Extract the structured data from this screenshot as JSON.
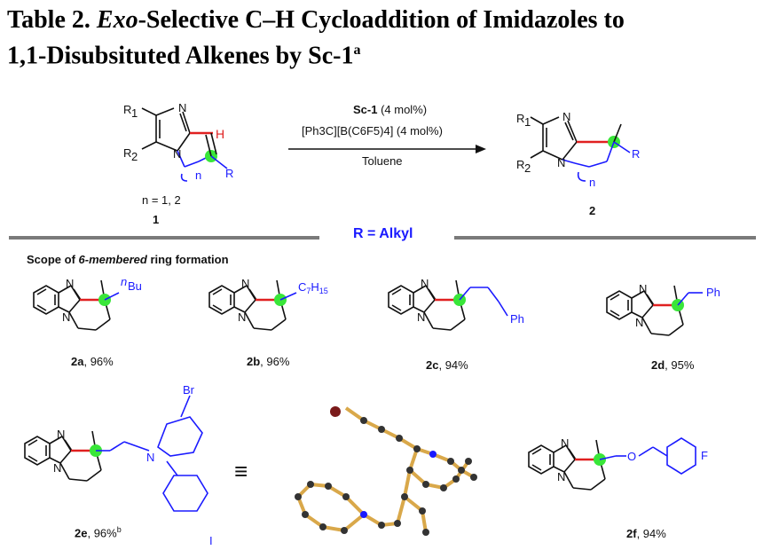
{
  "title": {
    "line1_prefix": "Table 2. ",
    "line1_italic": "Exo",
    "line1_rest": "-Selective C–H Cycloaddition of Imidazoles to",
    "line2": "1,1-Disubsituted Alkenes by Sc-1",
    "footnote_mark": "a"
  },
  "scheme": {
    "reactant_substituent_1": "R",
    "reactant_substituent_1_sub": "1",
    "reactant_substituent_2": "R",
    "reactant_substituent_2_sub": "2",
    "atom_n": "N",
    "atom_h": "H",
    "group_r": "R",
    "index_n": "n",
    "n_values": "n = 1, 2",
    "reactant_number": "1",
    "product_number": "2",
    "catalyst": "Sc-1",
    "catalyst_loading": " (4 mol%)",
    "cocatalyst": "[Ph3C][B(C6F5)4] (4 mol%)",
    "solvent": "Toluene"
  },
  "section": {
    "header": "R = Alkyl",
    "scope_prefix": "Scope of ",
    "scope_italic": "6-membered",
    "scope_suffix": " ring formation"
  },
  "compounds": [
    {
      "id": "2a",
      "yield": ", 96%",
      "group": "Bu",
      "group_prefix": "n"
    },
    {
      "id": "2b",
      "yield": ", 96%",
      "group": "C7H15"
    },
    {
      "id": "2c",
      "yield": ", 94%",
      "group": "Ph"
    },
    {
      "id": "2d",
      "yield": ", 95%",
      "group": "Ph"
    },
    {
      "id": "2e",
      "yield": ", 96%",
      "footnote": "b",
      "heteroatom_n": "N",
      "halogen": "Br"
    },
    {
      "id": "2f",
      "yield": ", 94%",
      "heteroatom_o": "O",
      "halogen": "F"
    }
  ],
  "equivalence_symbol": "≡",
  "bottom_fragment": "I",
  "colors": {
    "bond_red": "#e02020",
    "substituent_blue": "#1a1aff",
    "quaternary_highlight": "#39e639",
    "divider_gray": "#7a7a7a",
    "crystal_atom_gold": "#d9a84a"
  }
}
